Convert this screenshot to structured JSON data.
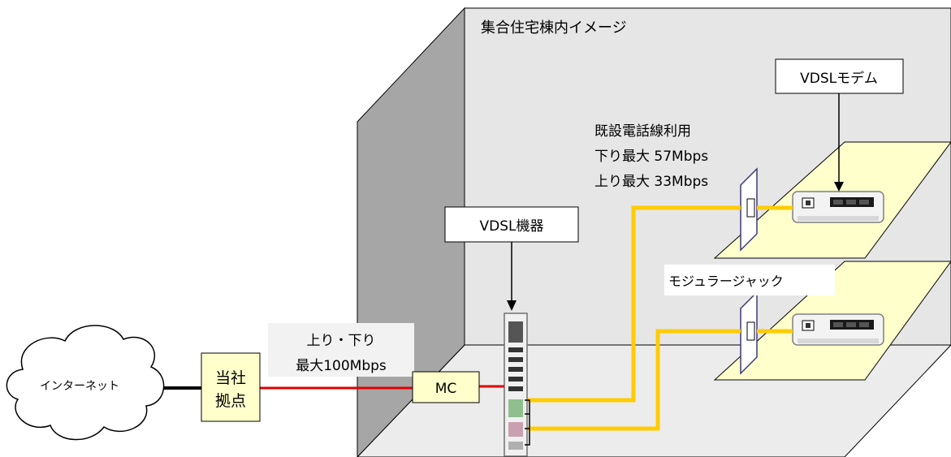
{
  "labels": {
    "building": "集合住宅棟内イメージ",
    "vdsl_modem": "VDSLモデム",
    "existing_line_1": "既設電話線利用",
    "existing_line_2": "下り最大 57Mbps",
    "existing_line_3": "上り最大 33Mbps",
    "vdsl_equipment": "VDSL機器",
    "modular_jack": "モジュラージャック",
    "uplink_1": "上り・下り",
    "uplink_2": "最大100Mbps",
    "mc": "MC",
    "base_1": "当社",
    "base_2": "拠点",
    "internet": "インターネット"
  },
  "colors": {
    "wall_dark": "#a6a6a6",
    "wall_light": "#e6e6e6",
    "floor": "#ececec",
    "box_fill": "#ffffcc",
    "pad_fill": "#ffffcc",
    "cable_yellow": "#ffcc00",
    "cable_red": "#e00000",
    "label_bg": "#f2f2f2"
  }
}
